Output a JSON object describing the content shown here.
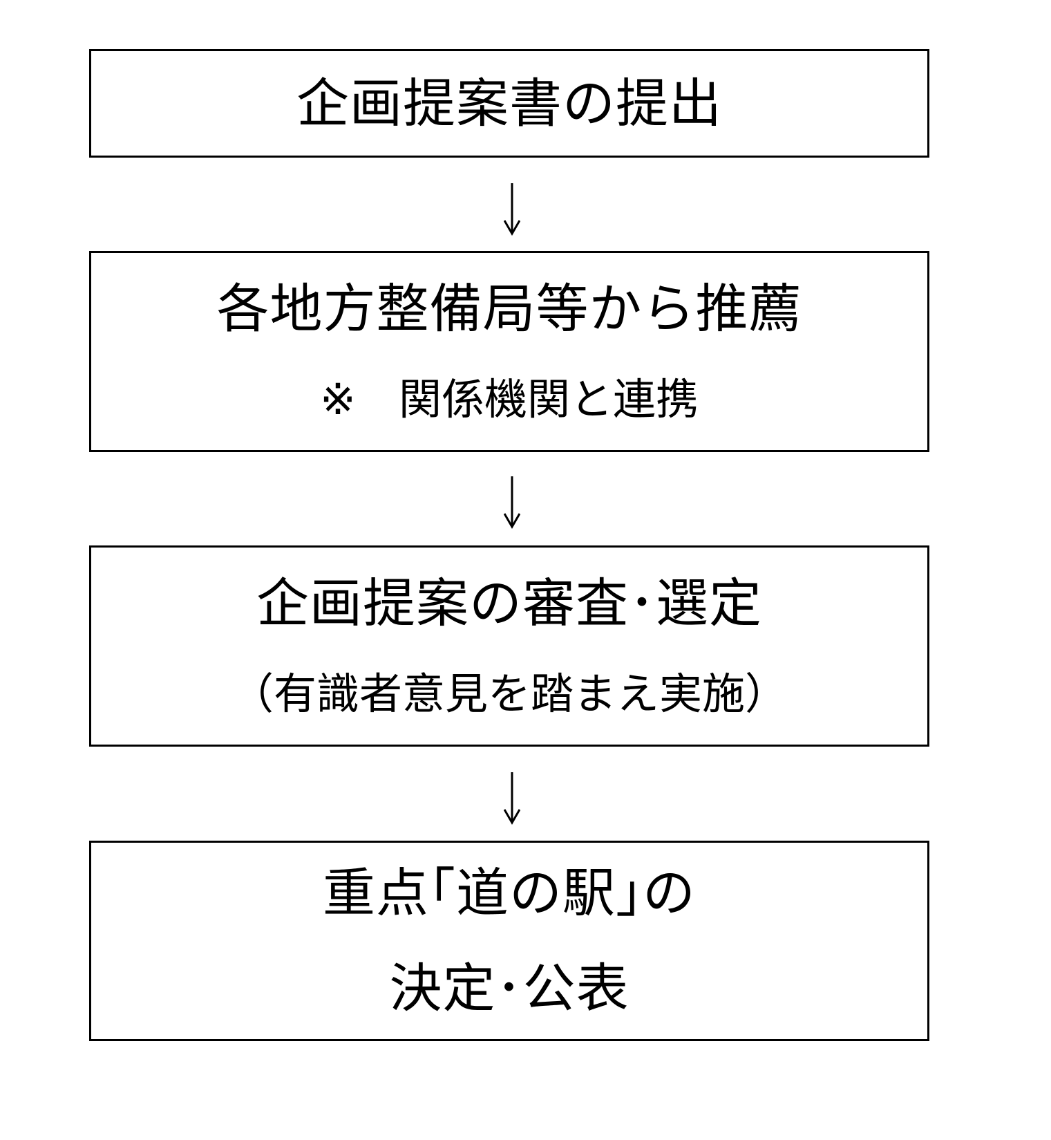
{
  "steps": [
    {
      "title": "企画提案書の提出",
      "note": ""
    },
    {
      "title": "各地方整備局等から推薦",
      "note": "※　関係機関と連携"
    },
    {
      "title": "企画提案の審査･選定",
      "note": "（有識者意見を踏まえ実施）"
    },
    {
      "title": "重点｢道の駅｣の",
      "note": "決定･公表"
    }
  ],
  "arrow_glyph": "down-arrow-icon"
}
